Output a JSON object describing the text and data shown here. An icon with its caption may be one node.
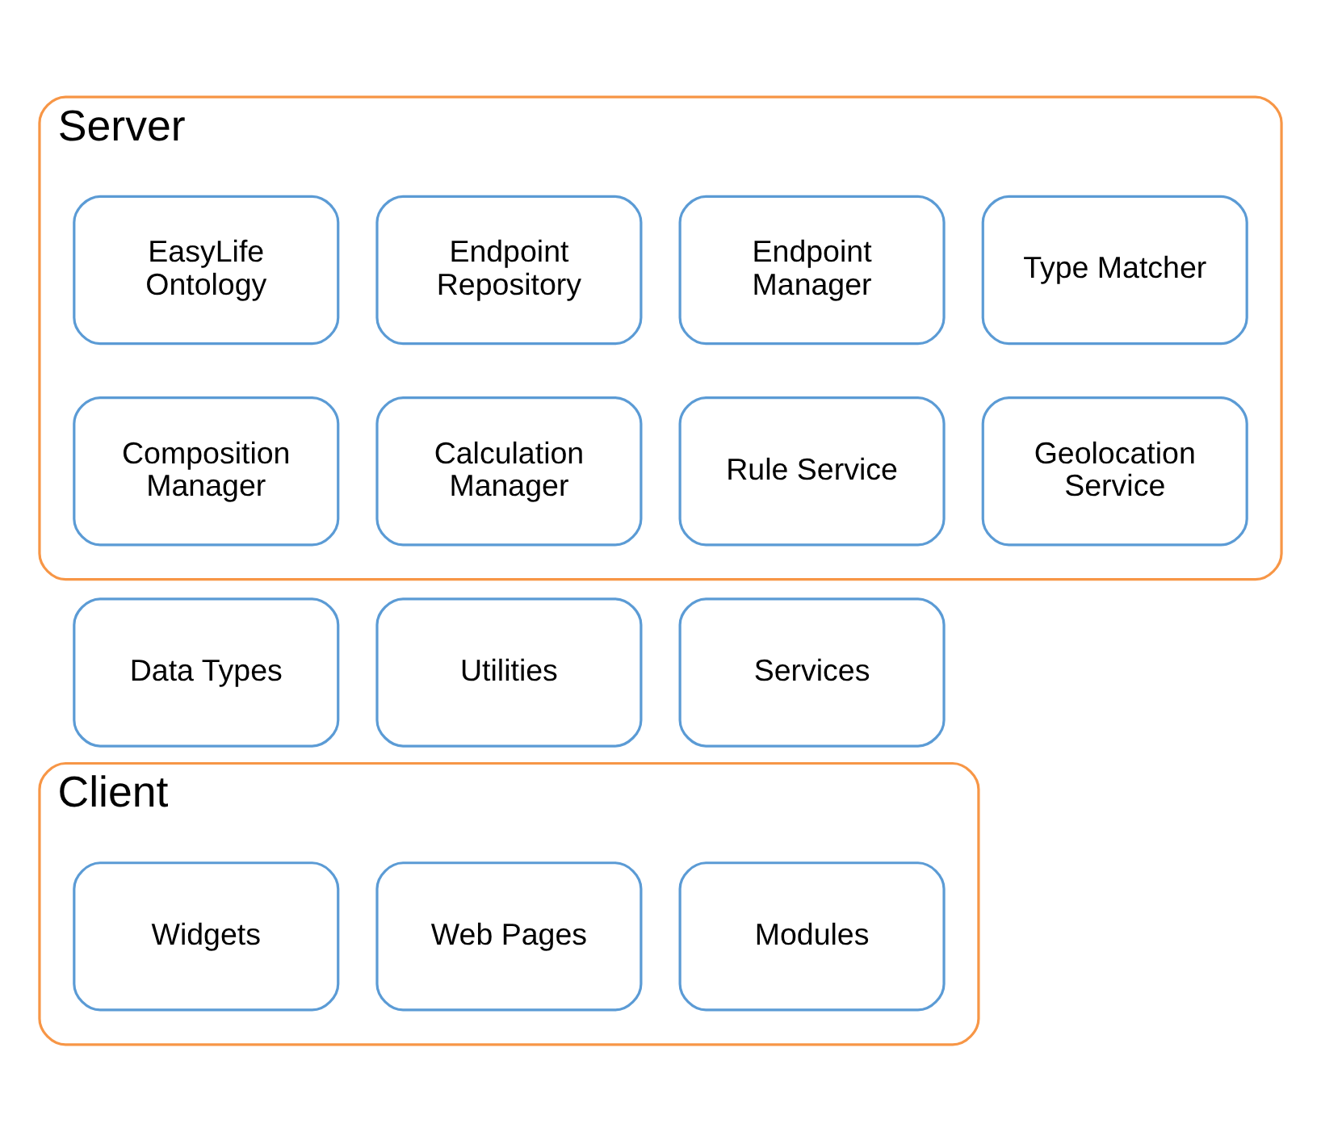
{
  "diagram": {
    "nodes": [
      {
        "text": [
          "Server"
        ]
      },
      {
        "text": [
          "EasyLife Ontology"
        ],
        "in": 0
      },
      {
        "text": [
          "Endpoint Repository"
        ],
        "in": 0
      },
      {
        "text": [
          "Endpoint Manager"
        ],
        "in": 0
      },
      {
        "text": [
          "Type Matcher"
        ],
        "in": 0
      },
      {
        "text": [
          "Composition Manager"
        ],
        "in": 0
      },
      {
        "text": [
          "Calculation Manager"
        ],
        "in": 0
      },
      {
        "text": [
          "Rule Service"
        ],
        "in": 0
      },
      {
        "text": [
          "Geolocation Service"
        ],
        "in": 0
      },
      {
        "text": [
          "Data Types"
        ]
      },
      {
        "text": [
          "Utilities"
        ]
      },
      {
        "text": [
          "Services"
        ]
      },
      {
        "text": [
          "Client"
        ]
      },
      {
        "text": [
          "Widgets"
        ],
        "in": 12
      },
      {
        "text": [
          "Web Pages"
        ],
        "in": 12
      },
      {
        "text": [
          "Modules"
        ],
        "in": 12
      }
    ],
    "edges": []
  }
}
